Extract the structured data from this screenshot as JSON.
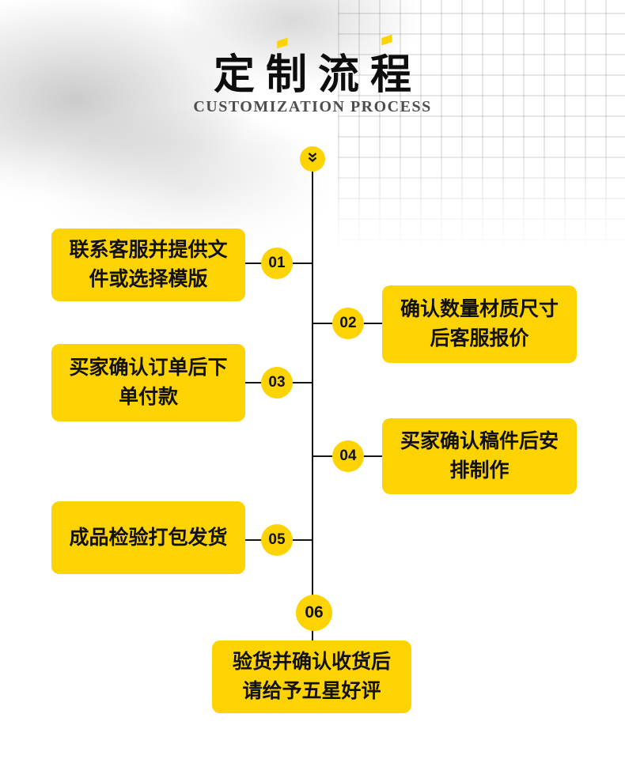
{
  "header": {
    "title": "定制流程",
    "subtitle": "CUSTOMIZATION PROCESS"
  },
  "timeline": {
    "start_icon": "double-chevron-down",
    "steps": [
      {
        "number": "01",
        "label": "联系客服并提供文件或选择模版",
        "side": "left"
      },
      {
        "number": "02",
        "label": "确认数量材质尺寸后客服报价",
        "side": "right"
      },
      {
        "number": "03",
        "label": "买家确认订单后下单付款",
        "side": "left"
      },
      {
        "number": "04",
        "label": "买家确认稿件后安排制作",
        "side": "right"
      },
      {
        "number": "05",
        "label": "成品检验打包发货",
        "side": "left"
      },
      {
        "number": "06",
        "label": "验货并确认收货后请给予五星好评",
        "side": "center"
      }
    ]
  },
  "colors": {
    "accent": "#FDD302",
    "line": "#151515",
    "text": "#111111",
    "subtitle": "#4D4D4D"
  }
}
